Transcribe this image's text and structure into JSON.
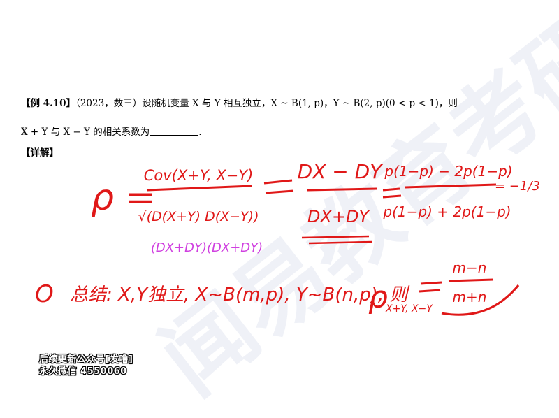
{
  "watermark": {
    "text": "闻易教育考研"
  },
  "problem": {
    "tag": "【例 4.10】",
    "source": "（2023，数三）",
    "line1_text": "设随机变量 X 与 Y 相互独立，X ~ B(1, p)，Y ~ B(2, p)(0 < p < 1)，则",
    "line2_text": "X + Y 与 X − Y 的相关系数为",
    "line2_end": "."
  },
  "solution_label": "【详解】",
  "handwriting": {
    "ink_color": "#e01818",
    "alt_ink_color": "#d040e0",
    "eq_lhs": "ρ =",
    "eq_num1": "Cov(X+Y, X−Y)",
    "eq_den1": "√(D(X+Y) D(X−Y))",
    "eq_num2": "DX − DY",
    "eq_den2": "DX+DY",
    "eq_num3": "p(1−p) − 2p(1−p)",
    "eq_den3": "p(1−p) + 2p(1−p)",
    "eq_result": "= −1/3",
    "magenta_note": "(DX+DY)(DX+DY)",
    "conclusion_marker": "O",
    "conclusion_text": "总结: X,Y独立, X~B(m,p), Y~B(n,p), 则",
    "conclusion_rho": "ρ",
    "conclusion_sub": "X+Y, X−Y",
    "conclusion_num": "m−n",
    "conclusion_den": "m+n"
  },
  "footer": {
    "line1": "后续更新公众号[发噜]",
    "line2": "永久微信 4550060"
  }
}
